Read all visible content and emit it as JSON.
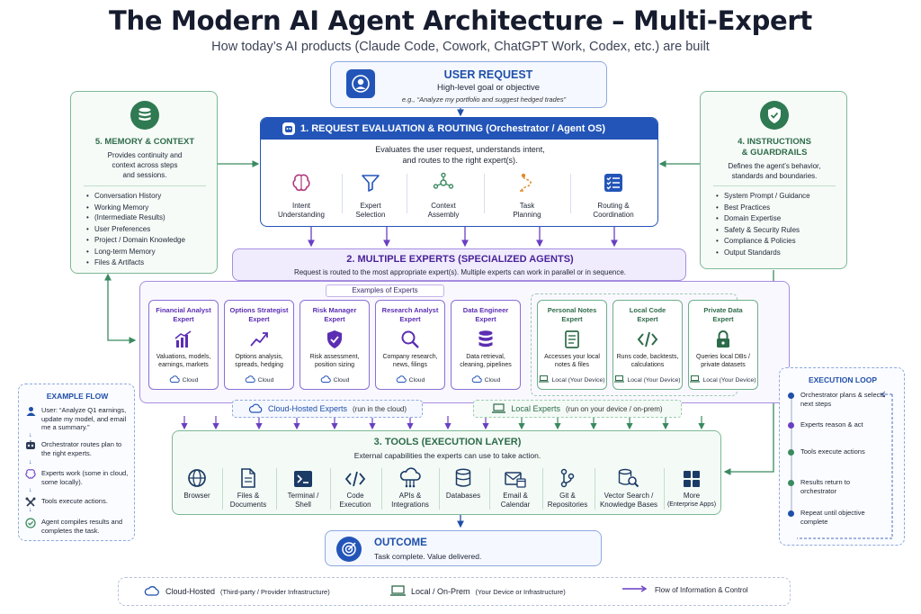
{
  "title": "The Modern AI Agent Architecture – Multi-Expert",
  "subtitle": "How today’s AI products (Claude Code, Cowork, ChatGPT Work, Codex, etc.) are built",
  "user_request": {
    "title": "USER REQUEST",
    "subtitle": "High-level goal or objective",
    "example": "e.g., “Analyze my portfolio and suggest hedged trades”"
  },
  "orchestrator": {
    "header": "1. REQUEST EVALUATION & ROUTING (Orchestrator / Agent OS)",
    "desc_line1": "Evaluates the user request, understands intent,",
    "desc_line2": "and routes to the right expert(s).",
    "steps": [
      {
        "l1": "Intent",
        "l2": "Understanding",
        "icon": "brain-icon"
      },
      {
        "l1": "Expert",
        "l2": "Selection",
        "icon": "funnel-icon"
      },
      {
        "l1": "Context",
        "l2": "Assembly",
        "icon": "network-icon"
      },
      {
        "l1": "Task",
        "l2": "Planning",
        "icon": "route-icon"
      },
      {
        "l1": "Routing &",
        "l2": "Coordination",
        "icon": "checklist-icon"
      }
    ]
  },
  "memory": {
    "title": "5. MEMORY & CONTEXT",
    "desc1": "Provides continuity and",
    "desc2": "context across steps",
    "desc3": "and sessions.",
    "items": [
      "Conversation History",
      "Working Memory",
      "(Intermediate Results)",
      "User Preferences",
      "Project / Domain Knowledge",
      "Long-term Memory",
      "Files & Artifacts"
    ]
  },
  "instructions": {
    "title1": "4. INSTRUCTIONS",
    "title2": "& GUARDRAILS",
    "desc1": "Defines the agent’s behavior,",
    "desc2": "standards and boundaries.",
    "items": [
      "System Prompt / Guidance",
      "Best Practices",
      "Domain Expertise",
      "Safety & Security Rules",
      "Compliance & Policies",
      "Output Standards"
    ]
  },
  "experts_section": {
    "title": "2. MULTIPLE EXPERTS (SPECIALIZED AGENTS)",
    "desc": "Request is routed to the most appropriate expert(s). Multiple experts can work in parallel or in sequence.",
    "examples_label": "Examples of Experts",
    "cloud_label": "Cloud-Hosted Experts",
    "cloud_sub": "(run in the cloud)",
    "local_label": "Local Experts",
    "local_sub": "(run on your device / on-prem)",
    "cloud_tag": "Cloud",
    "local_tag": "Local (Your Device)",
    "experts": [
      {
        "t1": "Financial Analyst",
        "t2": "Expert",
        "d1": "Valuations, models,",
        "d2": "earnings, markets",
        "kind": "cloud",
        "icon": "bar-chart-icon"
      },
      {
        "t1": "Options Strategist",
        "t2": "Expert",
        "d1": "Options analysis,",
        "d2": "spreads, hedging",
        "kind": "cloud",
        "icon": "trend-line-icon"
      },
      {
        "t1": "Risk Manager",
        "t2": "Expert",
        "d1": "Risk assessment,",
        "d2": "position sizing",
        "kind": "cloud",
        "icon": "shield-check-icon"
      },
      {
        "t1": "Research Analyst",
        "t2": "Expert",
        "d1": "Company research,",
        "d2": "news, filings",
        "kind": "cloud",
        "icon": "magnifier-icon"
      },
      {
        "t1": "Data Engineer",
        "t2": "Expert",
        "d1": "Data retrieval,",
        "d2": "cleaning, pipelines",
        "kind": "cloud",
        "icon": "database-icon"
      },
      {
        "t1": "Personal Notes",
        "t2": "Expert",
        "d1": "Accesses your local",
        "d2": "notes & files",
        "kind": "local",
        "icon": "notes-icon"
      },
      {
        "t1": "Local Code",
        "t2": "Expert",
        "d1": "Runs code, backtests,",
        "d2": "calculations",
        "kind": "local",
        "icon": "code-icon"
      },
      {
        "t1": "Private Data",
        "t2": "Expert",
        "d1": "Queries local DBs /",
        "d2": "private datasets",
        "kind": "local",
        "icon": "lock-icon"
      }
    ]
  },
  "tools": {
    "title": "3. TOOLS (EXECUTION LAYER)",
    "desc": "External capabilities the experts can use to take action.",
    "items": [
      {
        "l1": "Browser",
        "l2": "",
        "icon": "globe-icon"
      },
      {
        "l1": "Files &",
        "l2": "Documents",
        "icon": "file-icon"
      },
      {
        "l1": "Terminal /",
        "l2": "Shell",
        "icon": "terminal-icon"
      },
      {
        "l1": "Code",
        "l2": "Execution",
        "icon": "code-icon"
      },
      {
        "l1": "APIs &",
        "l2": "Integrations",
        "icon": "cloud-api-icon"
      },
      {
        "l1": "Databases",
        "l2": "",
        "icon": "database-icon"
      },
      {
        "l1": "Email &",
        "l2": "Calendar",
        "icon": "email-calendar-icon"
      },
      {
        "l1": "Git &",
        "l2": "Repositories",
        "icon": "git-icon"
      },
      {
        "l1": "Vector Search /",
        "l2": "Knowledge Bases",
        "icon": "vector-search-icon"
      },
      {
        "l1": "More",
        "l2": "(Enterprise Apps)",
        "icon": "grid-icon"
      }
    ]
  },
  "outcome": {
    "title": "OUTCOME",
    "desc": "Task complete. Value delivered."
  },
  "example_flow": {
    "title": "EXAMPLE FLOW",
    "rows": [
      {
        "text": "User: “Analyze Q1 earnings, update my model, and email me a summary.”",
        "icon": "user-icon"
      },
      {
        "text": "Orchestrator routes plan to the right experts.",
        "icon": "robot-icon"
      },
      {
        "text": "Experts work (some in cloud, some locally).",
        "icon": "brain-icon"
      },
      {
        "text": "Tools execute actions.",
        "icon": "tools-icon"
      },
      {
        "text": "Agent compiles results and completes the task.",
        "icon": "check-circle-icon"
      }
    ]
  },
  "execution_loop": {
    "title": "EXECUTION LOOP",
    "rows": [
      {
        "text": "Orchestrator plans & selects next steps",
        "color": "#1f4fa8"
      },
      {
        "text": "Experts reason & act",
        "color": "#6a3fc2"
      },
      {
        "text": "Tools execute actions",
        "color": "#3a8a60"
      },
      {
        "text": "Results return to orchestrator",
        "color": "#3a8a60"
      },
      {
        "text": "Repeat until objective complete",
        "color": "#1f4fa8"
      }
    ]
  },
  "legend": {
    "cloud": "Cloud-Hosted",
    "cloud_sub": "(Third-party / Provider Infrastructure)",
    "local": "Local / On-Prem",
    "local_sub": "(Your Device or Infrastructure)",
    "flow": "Flow of Information & Control"
  },
  "colors": {
    "blue": "#1f4fa8",
    "purple": "#6a3fc2",
    "green": "#3a8a60"
  }
}
